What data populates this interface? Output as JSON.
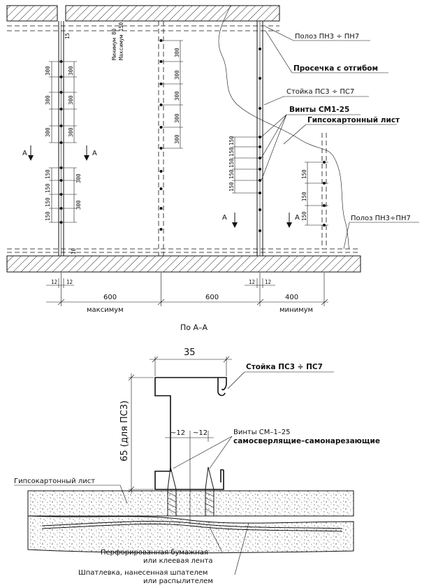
{
  "elevation": {
    "labels": {
      "track_top": "Полоз ПН3 ÷ ПН7",
      "notch": "Просечка с отгибом",
      "stud": "Стойка ПС3 ÷ ПС7",
      "screws": "Винты СМ1-25",
      "board": "Гипсокартонный лист",
      "track_bottom": "Полоз ПН3÷ПН7"
    },
    "gap_label": "15",
    "overlap_min": "Минимум 80",
    "overlap_max": "Максимум 150",
    "spacing_300": "300",
    "spacing_150": "150",
    "bottom_gap": "10",
    "section_mark": "А",
    "edge_12": "12",
    "dims": [
      "600",
      "600",
      "400"
    ],
    "dim_notes": [
      "максимум",
      "минимум"
    ]
  },
  "section_title": "По А–А",
  "section": {
    "width": "35",
    "height": "65 (для ПС3)",
    "approx_12": "~12",
    "labels": {
      "stud": "Стойка ПС3 ÷ ПС7",
      "screws_1": "Винты СМ–1–25",
      "screws_2": "самосверлящие–самонарезающие",
      "board": "Гипсокартонный лист",
      "tape_1": "Перфорированная бумажная",
      "tape_2": "или клеевая лента",
      "putty_1": "Шпатлевка, нанесенная шпателем",
      "putty_2": "или распылителем"
    }
  }
}
